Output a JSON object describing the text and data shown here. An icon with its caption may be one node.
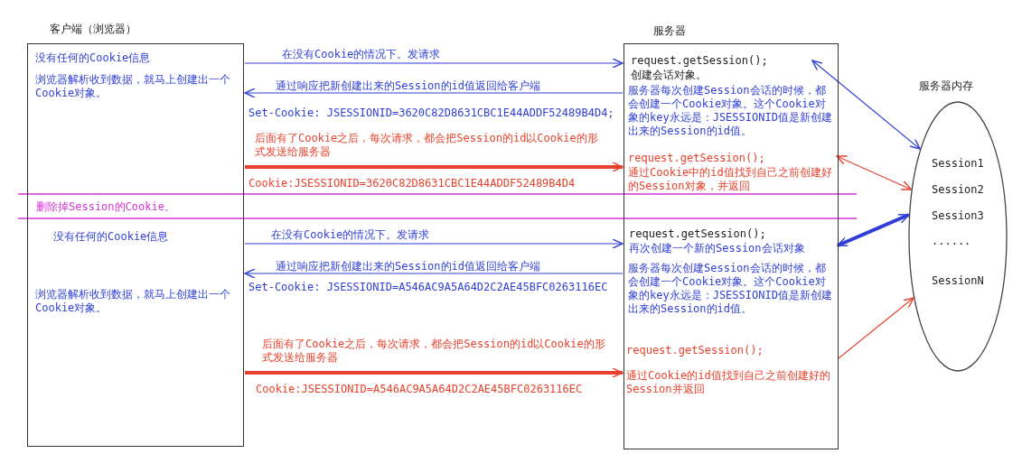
{
  "diagram": {
    "nodes": [
      {
        "text": [
          "客户端（浏览器）",
          "没有任何的Cookie信息",
          "浏览器解析收到数据，就马上创建出一个Cookie对象。",
          "没有任何的Cookie信息",
          "浏览器解析收到数据，就马上创建出一个Cookie对象。"
        ]
      },
      {
        "text": [
          "服务器",
          "服务器每次创建Session会话的时候，都会创建一个Cookie对象。这个Cookie对象的key永远是：JSESSIONID值是新创建出来的Session的id值。",
          "服务器每次创建Session会话的时候，都会创建一个Cookie对象。这个Cookie对象的key永远是：JSESSIONID值是新创建出来的Session的id值。"
        ]
      },
      {
        "text": [
          "request.getSession();",
          "创建会话对象。"
        ],
        "in": 1
      },
      {
        "text": [
          "request.getSession();",
          "通过Cookie中的id值找到自己之前创建好的Session对象，并返回"
        ],
        "in": 1
      },
      {
        "text": [
          "request.getSession();",
          "再次创建一个新的Session会话对象"
        ],
        "in": 1
      },
      {
        "text": [
          "request.getSession();",
          "通过Cookie的id值找到自己之前创建好的Session并返回"
        ],
        "in": 1
      },
      {
        "text": [
          "服务器内存",
          "Session1",
          "Session2",
          "Session3",
          "......",
          "SessionN"
        ]
      }
    ],
    "edges": [
      {
        "from": 0,
        "to": 1,
        "arrow": "to",
        "label": "在没有Cookie的情况下。发请求"
      },
      {
        "from": 1,
        "to": 0,
        "arrow": "to",
        "label": "通过响应把新创建出来的Session的id值返回给客户端"
      },
      {
        "from": 0,
        "to": 1,
        "arrow": "to",
        "label": "后面有了Cookie之后，每次请求，都会把Session的id以Cookie的形式发送给服务器",
        "style": "thick",
        "color": "#e8412c"
      },
      {
        "from": 0,
        "to": 1,
        "arrow": "to",
        "label": "在没有Cookie的情况下。发请求"
      },
      {
        "from": 1,
        "to": 0,
        "arrow": "to",
        "label": "通过响应把新创建出来的Session的id值返回给客户端"
      },
      {
        "from": 0,
        "to": 1,
        "arrow": "to",
        "label": "后面有了Cookie之后，每次请求，都会把Session的id以Cookie的形式发送给服务器",
        "style": "thick",
        "color": "#e8412c"
      },
      {
        "from": 2,
        "to": 6,
        "arrow": "both"
      },
      {
        "from": 3,
        "to": 6,
        "arrow": "both",
        "color": "#e8412c"
      },
      {
        "from": 6,
        "to": 4,
        "arrow": "both",
        "style": "thick"
      },
      {
        "from": 5,
        "to": 6,
        "arrow": "to",
        "color": "#e8412c"
      }
    ],
    "labels": [
      "Set-Cookie: JSESSIONID=3620C82D8631CBC1E44ADDF52489B4D4;",
      "Cookie:JSESSIONID=3620C82D8631CBC1E44ADDF52489B4D4",
      "删除掉Session的Cookie。",
      "Set-Cookie: JSESSIONID=A546AC9A5A64D2C2AE45BFC0263116EC",
      "Cookie:JSESSIONID=A546AC9A5A64D2C2AE45BFC0263116EC"
    ]
  }
}
